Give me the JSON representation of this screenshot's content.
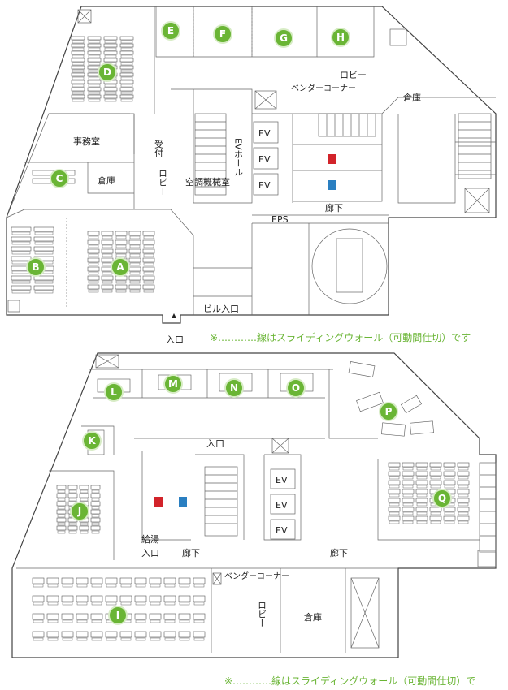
{
  "floor1": {
    "rooms": [
      "A",
      "B",
      "C",
      "D",
      "E",
      "F",
      "G",
      "H"
    ],
    "labels": {
      "office": "事務室",
      "storage_left": "倉庫",
      "storage_right": "倉庫",
      "reception": "受付",
      "lobby_left": "ロビー",
      "machine_room": "空調機械室",
      "ev_hall": "EVホール",
      "ev1": "EV",
      "ev2": "EV",
      "ev3": "EV",
      "vending": "ベンダーコーナー",
      "lobby_right": "ロビー",
      "eps": "EPS",
      "corridor": "廊下",
      "building_entrance": "ビル入口",
      "entrance": "入口"
    },
    "note": "※…………線はスライディングウォール（可動間仕切）です"
  },
  "floor2": {
    "rooms": [
      "I",
      "J",
      "K",
      "L",
      "M",
      "N",
      "O",
      "P",
      "Q"
    ],
    "labels": {
      "entrance_top": "入口",
      "ev1": "EV",
      "ev2": "EV",
      "ev3": "EV",
      "kitchen": "給湯",
      "entrance_left": "入口",
      "corridor_left": "廊下",
      "corridor_right": "廊下",
      "vending": "ベンダーコーナー",
      "lobby": "ロビー",
      "storage": "倉庫"
    },
    "note": "※…………線はスライディングウォール（可動間仕切）で"
  },
  "colors": {
    "marker": "#6ab535",
    "note": "#6ab535",
    "restroom_male": "#2a7fc1",
    "restroom_female": "#d2232a"
  }
}
